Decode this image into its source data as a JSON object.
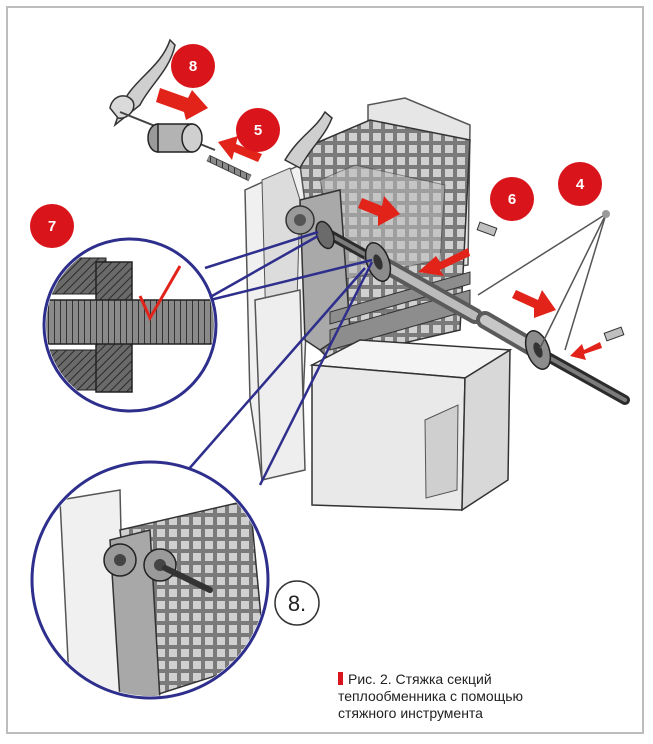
{
  "callouts": [
    {
      "label": "8"
    },
    {
      "label": "5"
    },
    {
      "label": "6"
    },
    {
      "label": "4"
    },
    {
      "label": "7"
    }
  ],
  "detail_label": "8.",
  "caption": {
    "lines": [
      "Рис. 2. Стяжка секций",
      "теплообменника с помощью",
      "стяжного инструмента"
    ]
  },
  "colors": {
    "badge": "#d9151b",
    "arrow": "#e2231a",
    "callout_lines": "#2e2f8c",
    "frame": "#bdbdbd"
  }
}
